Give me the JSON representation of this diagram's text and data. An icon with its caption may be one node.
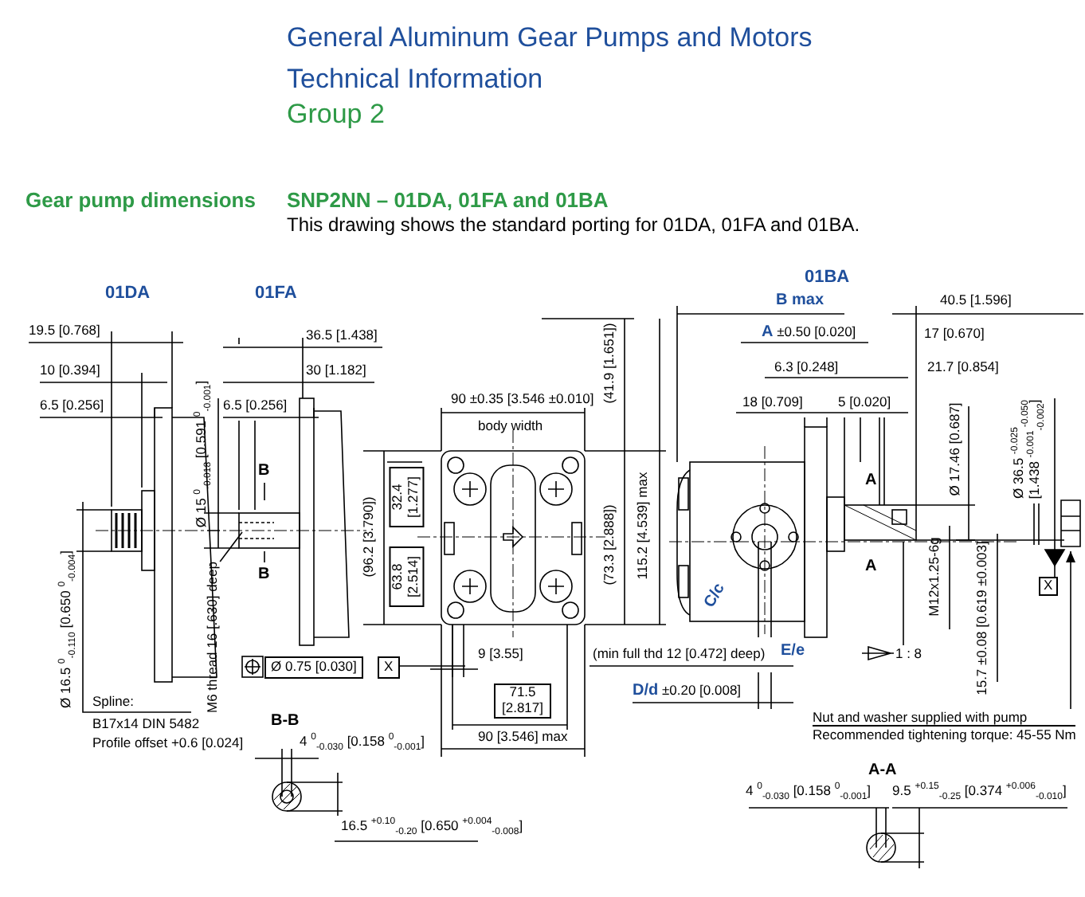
{
  "diagram": {
    "title": "General Aluminum Gear Pumps and Motors",
    "nodes": [
      {
        "text": [
          "M6 thread 16 [.630] deep"
        ]
      },
      {
        "text": [
          "1 : 8"
        ]
      },
      {
        "text": [
          "Nut and washer supplied with pump",
          "Recommended tightening torque: 45-55 Nm"
        ]
      }
    ],
    "edges": [
      {
        "from": 0,
        "to": null,
        "arrow": "none"
      },
      {
        "from": 1,
        "to": null,
        "arrow": "none"
      },
      {
        "from": 2,
        "to": null,
        "arrow": "to"
      }
    ],
    "labels": [
      "Technical Information",
      "Group 2",
      "Gear pump dimensions",
      "SNP2NN – 01DA, 01FA and 01BA",
      "This drawing shows the standard porting for 01DA, 01FA and 01BA.",
      "01DA",
      "01FA",
      "01BA",
      "19.5 [0.768]",
      "10 [0.394]",
      "6.5 [0.256]",
      "Ø 16.5 $^{0}$$_{-0.110}$ [0.650 $^{0}$$_{-0.004}$]",
      "Spline:",
      "B17x14 DIN 5482",
      "Profile offset +0.6 [0.024]",
      "36.5 [1.438]",
      "30 [1.182]",
      "6.5 [0.256]",
      "Ø 15 $^{0}$$_{-0.018}$ [0.591 $^{0}$$_{-0.001}$]",
      "B",
      "B",
      "(96.2 [3.790])",
      "32.4 [1.277]",
      "63.8 [2.514]",
      "90 ±0.35 [3.546 ±0.010]",
      "body width",
      "(41.9 [1.651])",
      "(73.3 [2.888])",
      "115.2 [4.539] max",
      "Ø 0.75 [0.030]",
      "X",
      "9 [3.55]",
      "71.5 [2.817]",
      "90 [3.546] max",
      "(min full thd 12 [0.472] deep)",
      "B max",
      "40.5 [1.596]",
      "**A** ±0.50 [0.020]",
      "17 [0.670]",
      "6.3 [0.248]",
      "21.7 [0.854]",
      "18 [0.709]",
      "5 [0.020]",
      "Ø 17.46 [0.687]",
      "Ø 36.5 $^{-0.025}$$_{-0.050}$ [1.438 $^{-0.001}$$_{-0.002}$]",
      "A",
      "A",
      "C/c",
      "M12x1.25-6g",
      "15.7 ±0.08 [0.619 ±0.003]",
      "X",
      "E/e",
      "**D/d** ±0.20 [0.008]",
      "B-B",
      "4 $^{0}$$_{-0.030}$ [0.158 $^{0}$$_{-0.001}$]",
      "16.5 $^{+0.10}$$_{-0.20}$ [0.650 $^{+0.004}$$_{-0.008}$]",
      "A-A",
      "4 $^{0}$$_{-0.030}$ [0.158 $^{0}$$_{-0.001}$]",
      "9.5 $^{+0.15}$$_{-0.25}$ [0.374 $^{+0.006}$$_{-0.010}$]"
    ]
  }
}
